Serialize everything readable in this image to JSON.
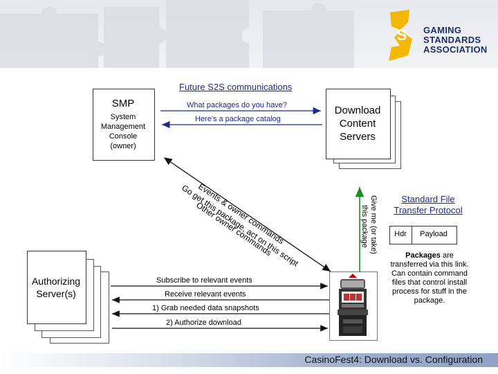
{
  "logo": {
    "line1": "GAMING",
    "line2": "STANDARDS",
    "line3": "ASSOCIATION",
    "color": "#1c2f6b",
    "accent": "#f5b800"
  },
  "footer": {
    "text": "CasinoFest4: Download vs. Configuration"
  },
  "future_title": "Future S2S communications",
  "smp": {
    "title": "SMP",
    "line1": "System",
    "line2": "Management",
    "line3": "Console",
    "line4": "(owner)"
  },
  "download": {
    "line1": "Download",
    "line2": "Content",
    "line3": "Servers"
  },
  "msg_what": "What packages do you have?",
  "msg_catalog": "Here's a package catalog",
  "diag_line1": "Events & owner commands",
  "diag_line2": "Go get this package, act on this script",
  "diag_line3": "Other owner commands",
  "give_line1": "Give me (or take)",
  "give_line2": "this package",
  "sftp": {
    "line1": "Standard File",
    "line2": "Transfer Protocol"
  },
  "packet": {
    "hdr": "Hdr",
    "payload": "Payload"
  },
  "packages_note": {
    "bold": "Packages",
    "rest1": " are",
    "line2": "transferred via this link.",
    "line3": "Can contain command",
    "line4": "files that control install",
    "line5": "process for stuff in the",
    "line6": "package."
  },
  "auth": {
    "line1": "Authorizing",
    "line2": "Server(s)"
  },
  "msg_subscribe": "Subscribe to relevant events",
  "msg_receive": "Receive relevant events",
  "msg_grab": "1) Grab needed data snapshots",
  "msg_authorize": "2) Authorize download",
  "colors": {
    "arrow_blue": "#1a2a8f",
    "arrow_green": "#1a8a2a"
  }
}
